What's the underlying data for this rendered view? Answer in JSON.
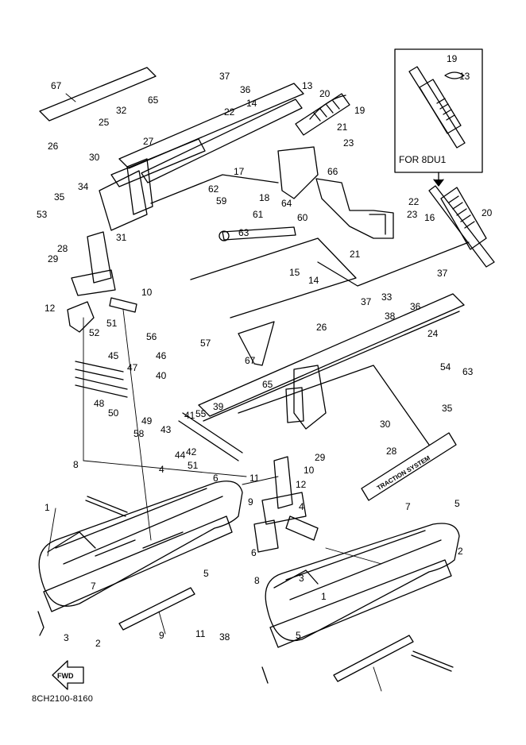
{
  "diagram": {
    "inset_label": "FOR 8DU1",
    "part_code": "8CH2100-8160",
    "fwd_arrow": "FWD",
    "decal_text": "TRACTION SYSTEM",
    "callouts": [
      "67",
      "65",
      "32",
      "25",
      "27",
      "26",
      "30",
      "34",
      "35",
      "53",
      "28",
      "29",
      "31",
      "12",
      "10",
      "51",
      "52",
      "45",
      "47",
      "46",
      "56",
      "57",
      "48",
      "50",
      "58",
      "49",
      "43",
      "41",
      "40",
      "39",
      "44",
      "42",
      "55",
      "51",
      "6",
      "4",
      "8",
      "1",
      "7",
      "5",
      "3",
      "2",
      "9",
      "11",
      "38",
      "37",
      "36",
      "14",
      "13",
      "20",
      "19",
      "22",
      "21",
      "23",
      "17",
      "18",
      "64",
      "66",
      "62",
      "59",
      "60",
      "61",
      "63",
      "15",
      "14",
      "13",
      "19",
      "22",
      "20",
      "23",
      "16",
      "21",
      "37",
      "33",
      "36",
      "37",
      "38",
      "24",
      "54",
      "63",
      "26",
      "65",
      "67",
      "35",
      "30",
      "28",
      "29",
      "10",
      "12",
      "11",
      "9",
      "4",
      "6",
      "3",
      "1",
      "7",
      "5",
      "2",
      "8",
      "5"
    ]
  }
}
